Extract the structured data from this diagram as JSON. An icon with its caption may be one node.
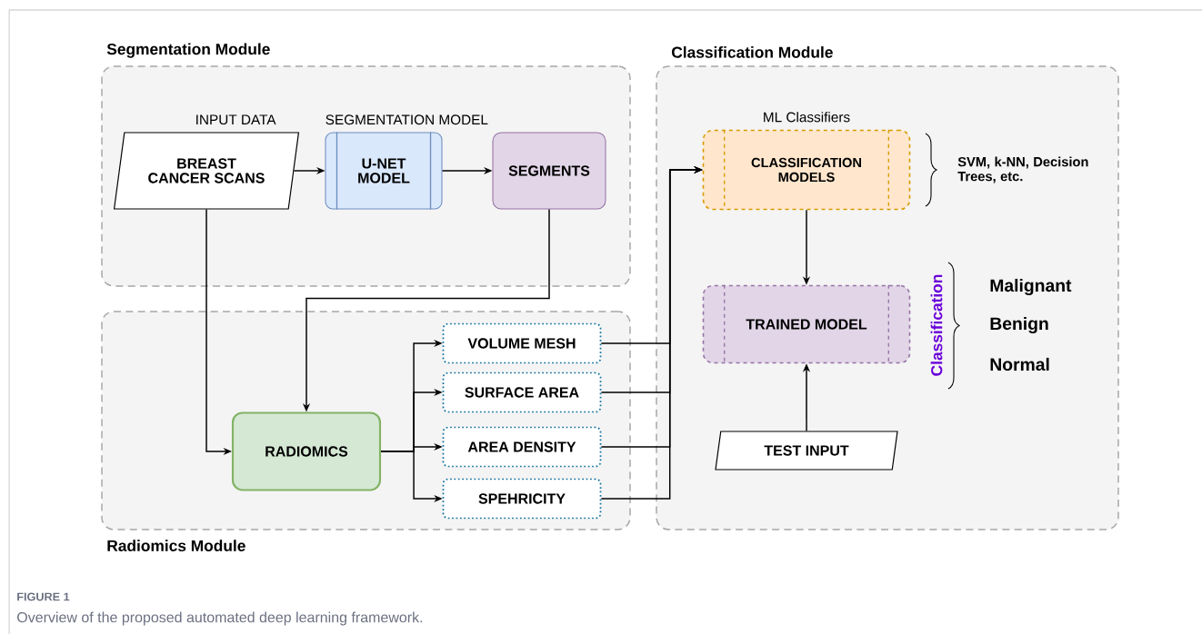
{
  "diagram": {
    "caption": "Overview of the proposed automated deep learning framework.",
    "nodes": [
      {
        "text": [
          "Segmentation Module"
        ]
      },
      {
        "text": [
          "Radiomics Module"
        ]
      },
      {
        "text": [
          "Classification Module"
        ]
      },
      {
        "text": [
          "BREAST CANCER SCANS"
        ],
        "beside": [
          "INPUT DATA"
        ],
        "in": 0
      },
      {
        "text": [
          "U-NET MODEL"
        ],
        "beside": [
          "SEGMENTATION MODEL"
        ],
        "in": 0
      },
      {
        "text": [
          "SEGMENTS"
        ],
        "in": 0
      },
      {
        "text": [
          "RADIOMICS"
        ],
        "in": 1
      },
      {
        "text": [
          "VOLUME MESH"
        ],
        "in": 1
      },
      {
        "text": [
          "SURFACE AREA"
        ],
        "in": 1
      },
      {
        "text": [
          "AREA DENSITY"
        ],
        "in": 1
      },
      {
        "text": [
          "SPEHRICITY"
        ],
        "in": 1
      },
      {
        "text": [
          "CLASSIFICATION MODELS"
        ],
        "beside": [
          "ML Classifiers"
        ],
        "in": 2
      },
      {
        "text": [
          "TRAINED MODEL"
        ],
        "in": 2
      },
      {
        "text": [
          "TEST INPUT"
        ],
        "in": 2
      }
    ],
    "edges": [
      {
        "from": 3,
        "to": 4,
        "arrow": "to"
      },
      {
        "from": 4,
        "to": 5,
        "arrow": "to"
      },
      {
        "from": 3,
        "to": 6,
        "arrow": "to"
      },
      {
        "from": 5,
        "to": 6,
        "arrow": "to"
      },
      {
        "from": 6,
        "to": 7,
        "arrow": "to"
      },
      {
        "from": 6,
        "to": 8,
        "arrow": "to"
      },
      {
        "from": 6,
        "to": 9,
        "arrow": "to"
      },
      {
        "from": 6,
        "to": 10,
        "arrow": "to"
      },
      {
        "from": 7,
        "to": 11,
        "arrow": "to"
      },
      {
        "from": 8,
        "to": 11,
        "arrow": "to"
      },
      {
        "from": 9,
        "to": 11,
        "arrow": "to"
      },
      {
        "from": 10,
        "to": 11,
        "arrow": "to"
      },
      {
        "from": 11,
        "to": 12,
        "arrow": "to"
      },
      {
        "from": 13,
        "to": 12,
        "arrow": "to"
      }
    ],
    "labels": [
      "SVM, k-NN, Decision Trees, etc.",
      "Classification",
      "Malignant",
      "Benign",
      "Normal",
      "FIGURE 1"
    ]
  }
}
